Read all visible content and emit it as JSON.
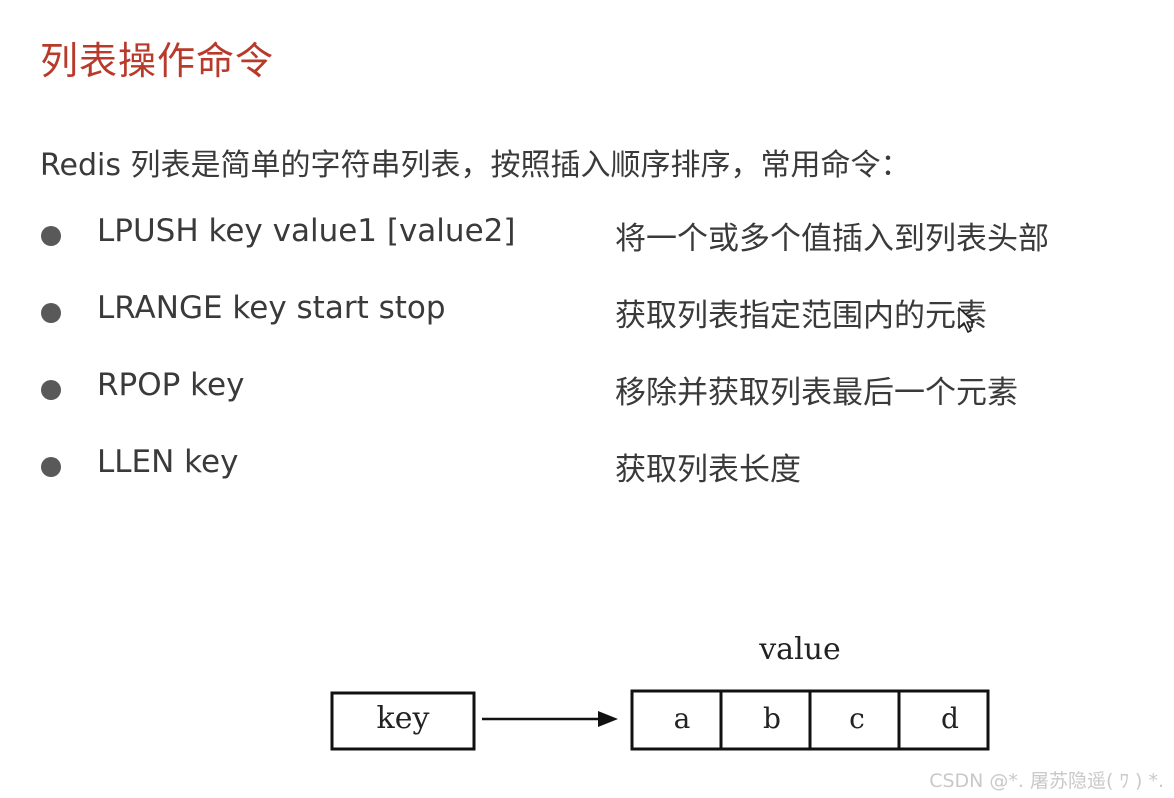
{
  "title": "列表操作命令",
  "intro": "Redis 列表是简单的字符串列表，按照插入顺序排序，常用命令：",
  "commands": [
    {
      "command": "LPUSH key value1 [value2]",
      "description": "将一个或多个值插入到列表头部"
    },
    {
      "command": "LRANGE key start stop",
      "description": "获取列表指定范围内的元素"
    },
    {
      "command": "RPOP key",
      "description": "移除并获取列表最后一个元素"
    },
    {
      "command": "LLEN key",
      "description": "获取列表长度"
    }
  ],
  "diagram": {
    "key_label": "key",
    "value_label": "value",
    "cells": [
      "a",
      "b",
      "c",
      "d"
    ]
  },
  "watermark": "CSDN @*. 屠苏隐遥( ﾜ ) *."
}
